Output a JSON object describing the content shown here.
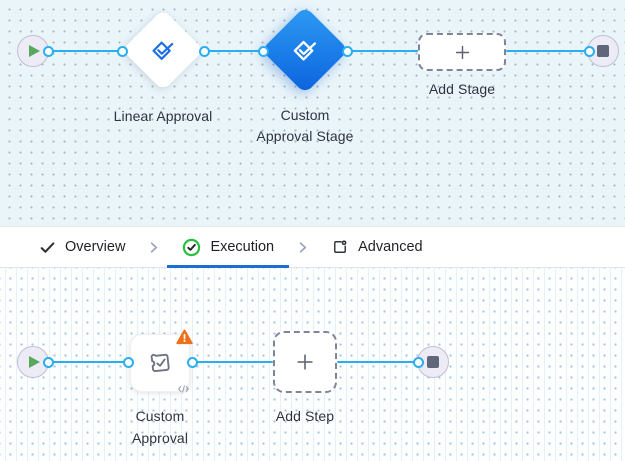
{
  "colors": {
    "flow_line_blue": "#29aef0",
    "selected_diamond_gradient_start": "#2f9bf3",
    "selected_diamond_gradient_end": "#0b63de",
    "diamond_icon_blue": "#1a6fe8",
    "warning_orange": "#ee7019",
    "active_tab_underline_blue": "#1b6fd3",
    "execution_icon_green": "#26bf40",
    "start_play_green": "#57a85c",
    "end_square_gray": "#62667a",
    "canvas_top_background": "#eaf5fa"
  },
  "stage_canvas": {
    "start_node": {
      "icon": "play-icon"
    },
    "linear_approval": {
      "label": "Linear Approval",
      "icon": "approval-stage-icon",
      "selected": false
    },
    "custom_approval_stage": {
      "label_line1": "Custom",
      "label_line2": "Approval Stage",
      "icon": "approval-stage-icon",
      "selected": true
    },
    "add_stage": {
      "label": "Add Stage",
      "icon": "plus-icon"
    },
    "end_node": {
      "icon": "stop-icon"
    }
  },
  "tab_bar": {
    "tabs": [
      {
        "label": "Overview",
        "icon": "check-icon",
        "active": false
      },
      {
        "label": "Execution",
        "icon": "check-circle-icon",
        "active": true
      },
      {
        "label": "Advanced",
        "icon": "advanced-settings-icon",
        "active": false
      }
    ],
    "separator_icon": "chevron-right-icon"
  },
  "step_canvas": {
    "start_node": {
      "icon": "play-icon"
    },
    "custom_approval": {
      "label_line1": "Custom",
      "label_line2": "Approval",
      "icon": "approval-stamp-icon",
      "badge_icons": [
        "warning-icon",
        "code-icon"
      ],
      "has_warning": true
    },
    "add_step": {
      "label": "Add Step",
      "icon": "plus-icon"
    },
    "end_node": {
      "icon": "stop-icon"
    }
  }
}
